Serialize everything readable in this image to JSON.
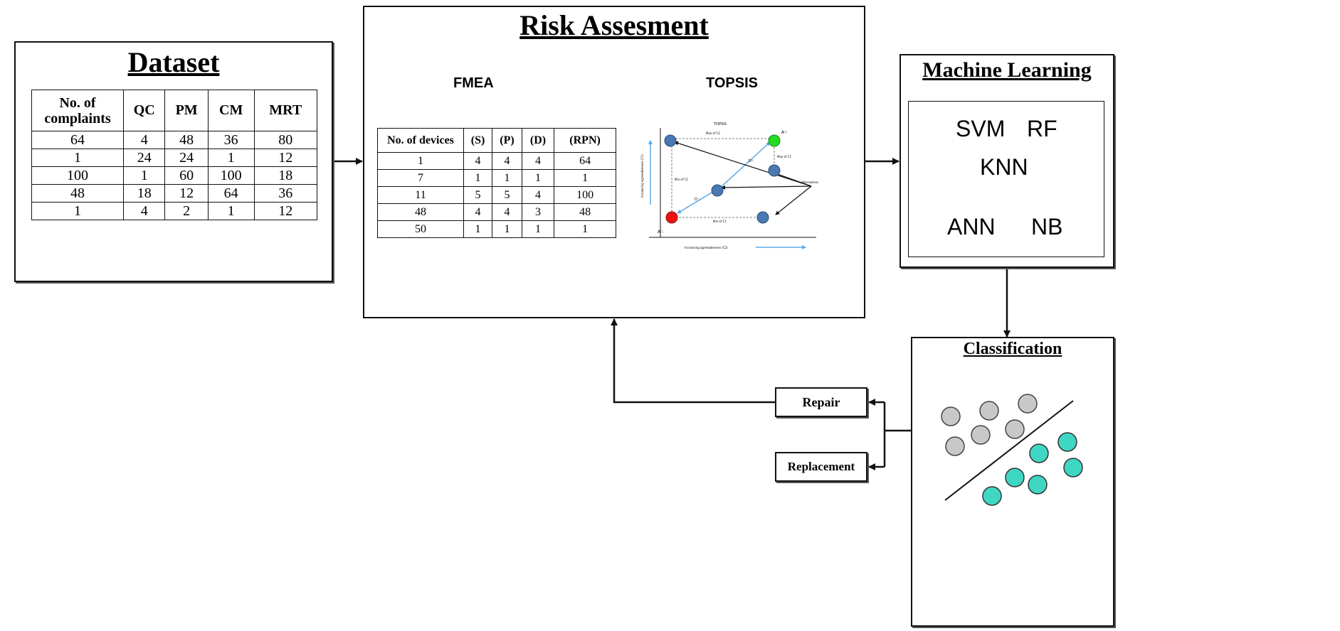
{
  "dataset": {
    "title": "Dataset",
    "headers": [
      [
        "No. of",
        "complaints"
      ],
      "QC",
      "PM",
      "CM",
      "MRT"
    ],
    "rows": [
      [
        "64",
        "4",
        "48",
        "36",
        "80"
      ],
      [
        "1",
        "24",
        "24",
        "1",
        "12"
      ],
      [
        "100",
        "1",
        "60",
        "100",
        "18"
      ],
      [
        "48",
        "18",
        "12",
        "64",
        "36"
      ],
      [
        "1",
        "4",
        "2",
        "1",
        "12"
      ]
    ]
  },
  "risk": {
    "title": "Risk Assesment",
    "fmea_label": "FMEA",
    "topsis_label": "TOPSIS",
    "fmea_headers": [
      "No. of devices",
      "(S)",
      "(P)",
      "(D)",
      "(RPN)"
    ],
    "fmea_rows": [
      [
        "1",
        "4",
        "4",
        "4",
        "64"
      ],
      [
        "7",
        "1",
        "1",
        "1",
        "1"
      ],
      [
        "11",
        "5",
        "5",
        "4",
        "100"
      ],
      [
        "48",
        "4",
        "4",
        "3",
        "48"
      ],
      [
        "50",
        "1",
        "1",
        "1",
        "1"
      ]
    ],
    "topsis_plot": {
      "caption": "TOPSIS",
      "a_plus": "A⁺ᵢ",
      "a_minus": "A⁻ᵢ",
      "d_plus": "D⁺ᵢ",
      "d_minus": "D⁻ᵢ",
      "max_c1": "Max of C1",
      "max_c2": "Max of C2",
      "min_c1": "Min of C1",
      "min_c2": "Min of C2",
      "alternatives": "Alternatives",
      "y_axis": "Increasing agreeableness (C1)",
      "x_axis": "Increasing agreeableness (C2)",
      "colors": {
        "ideal": "#22dd22",
        "anti_ideal": "#ee1111",
        "alt": "#4a78b0"
      }
    }
  },
  "ml": {
    "title": "Machine Learning",
    "algorithms": [
      "SVM",
      "RF",
      "KNN",
      "ANN",
      "NB"
    ]
  },
  "classification": {
    "title": "Classification",
    "colors": {
      "class_a": "#c8c8c8",
      "class_b": "#3fd6c4"
    }
  },
  "actions": {
    "repair": "Repair",
    "replacement": "Replacement"
  }
}
